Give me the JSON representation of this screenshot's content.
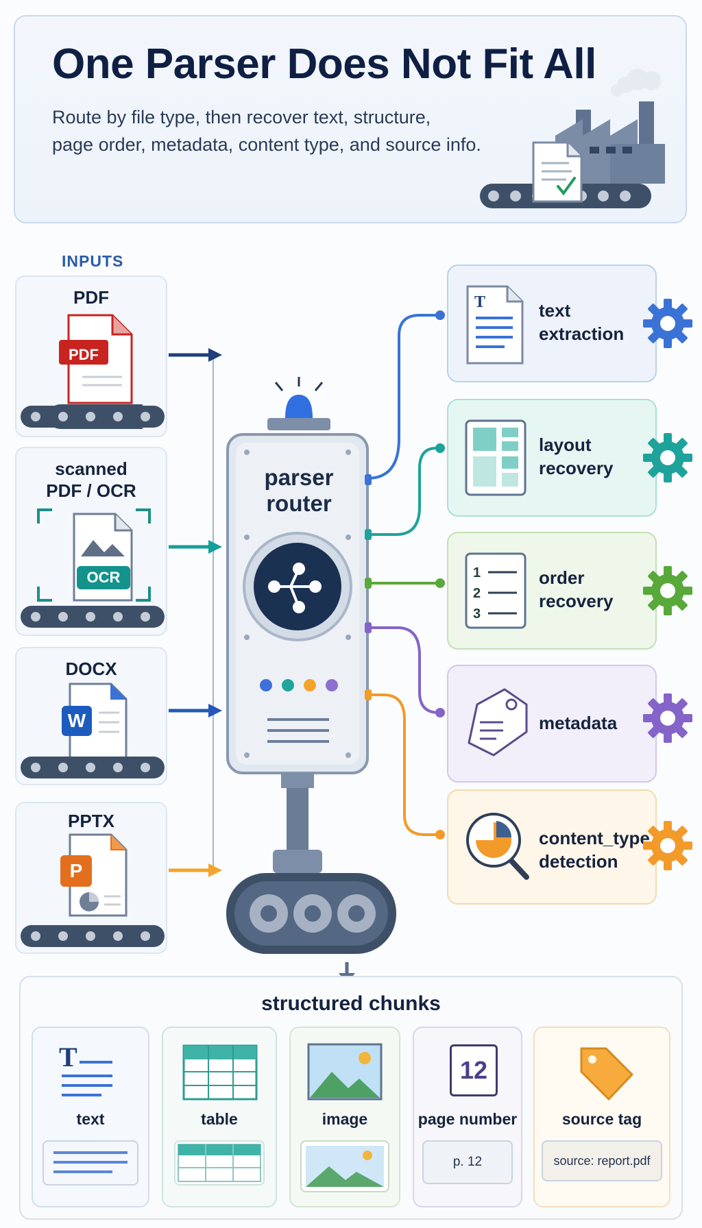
{
  "header": {
    "title": "One Parser Does Not Fit All",
    "subtitle_line1": "Route by file type, then recover text, structure,",
    "subtitle_line2": "page order, metadata, content type, and source info."
  },
  "inputs": {
    "heading": "INPUTS",
    "items": [
      {
        "label": "PDF",
        "badge": "PDF",
        "badge_color": "#c8231f",
        "arrow_color": "#1f3f7a"
      },
      {
        "label": "scanned\nPDF / OCR",
        "badge": "OCR",
        "badge_color": "#14938c",
        "arrow_color": "#14a09a"
      },
      {
        "label": "DOCX",
        "badge": "W",
        "badge_color": "#1d5cbf",
        "arrow_color": "#2457b8"
      },
      {
        "label": "PPTX",
        "badge": "P",
        "badge_color": "#e36f1e",
        "arrow_color": "#f4a42a"
      }
    ]
  },
  "router": {
    "label": "parser\nrouter",
    "dot_colors": [
      "#3f6fd8",
      "#1fa59e",
      "#f4a42a",
      "#8d6fd0"
    ]
  },
  "processes": [
    {
      "label": "text\nextraction",
      "color": "#3a72d6",
      "bg": "#eef3fb",
      "border": "#bcd0ea"
    },
    {
      "label": "layout\nrecovery",
      "color": "#1ea39b",
      "bg": "#e6f6f3",
      "border": "#a9e0d8"
    },
    {
      "label": "order\nrecovery",
      "color": "#59a83a",
      "bg": "#eef7ea",
      "border": "#c3e1b6"
    },
    {
      "label": "metadata",
      "color": "#8464c8",
      "bg": "#f2eefa",
      "border": "#d3c7ec"
    },
    {
      "label": "content_type\ndetection",
      "color": "#f29a2a",
      "bg": "#fff6ea",
      "border": "#f6d9ad"
    }
  ],
  "outputs": {
    "title": "structured chunks",
    "items": [
      {
        "label": "text",
        "sub": ""
      },
      {
        "label": "table",
        "sub": ""
      },
      {
        "label": "image",
        "sub": ""
      },
      {
        "label": "page number",
        "sub": "p. 12",
        "number": "12"
      },
      {
        "label": "source tag",
        "sub": "source: report.pdf"
      }
    ]
  }
}
